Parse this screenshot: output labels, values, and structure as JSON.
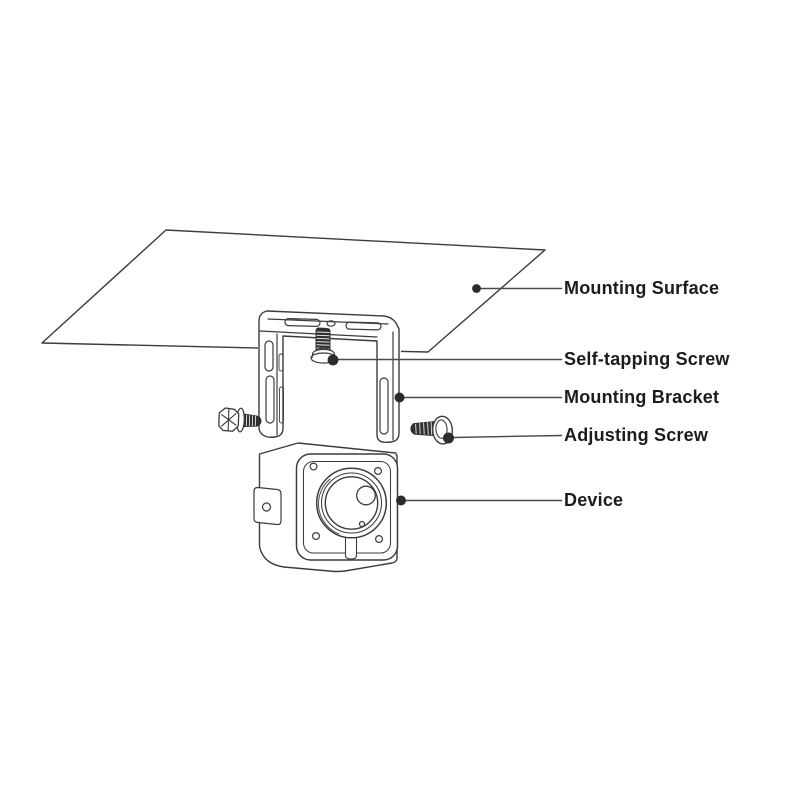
{
  "diagram": {
    "labels": [
      {
        "id": "mounting-surface",
        "text": "Mounting Surface"
      },
      {
        "id": "self-tapping-screw",
        "text": "Self-tapping Screw"
      },
      {
        "id": "mounting-bracket",
        "text": "Mounting Bracket"
      },
      {
        "id": "adjusting-screw",
        "text": "Adjusting Screw"
      },
      {
        "id": "device",
        "text": "Device"
      }
    ]
  },
  "colors": {
    "background": "#ffffff",
    "line": "#3c3c3c",
    "leader_line": "#4a4a4a",
    "dot": "#2c2c2c",
    "dark_fill": "#2f2f2f",
    "text": "#1c1c1c"
  }
}
